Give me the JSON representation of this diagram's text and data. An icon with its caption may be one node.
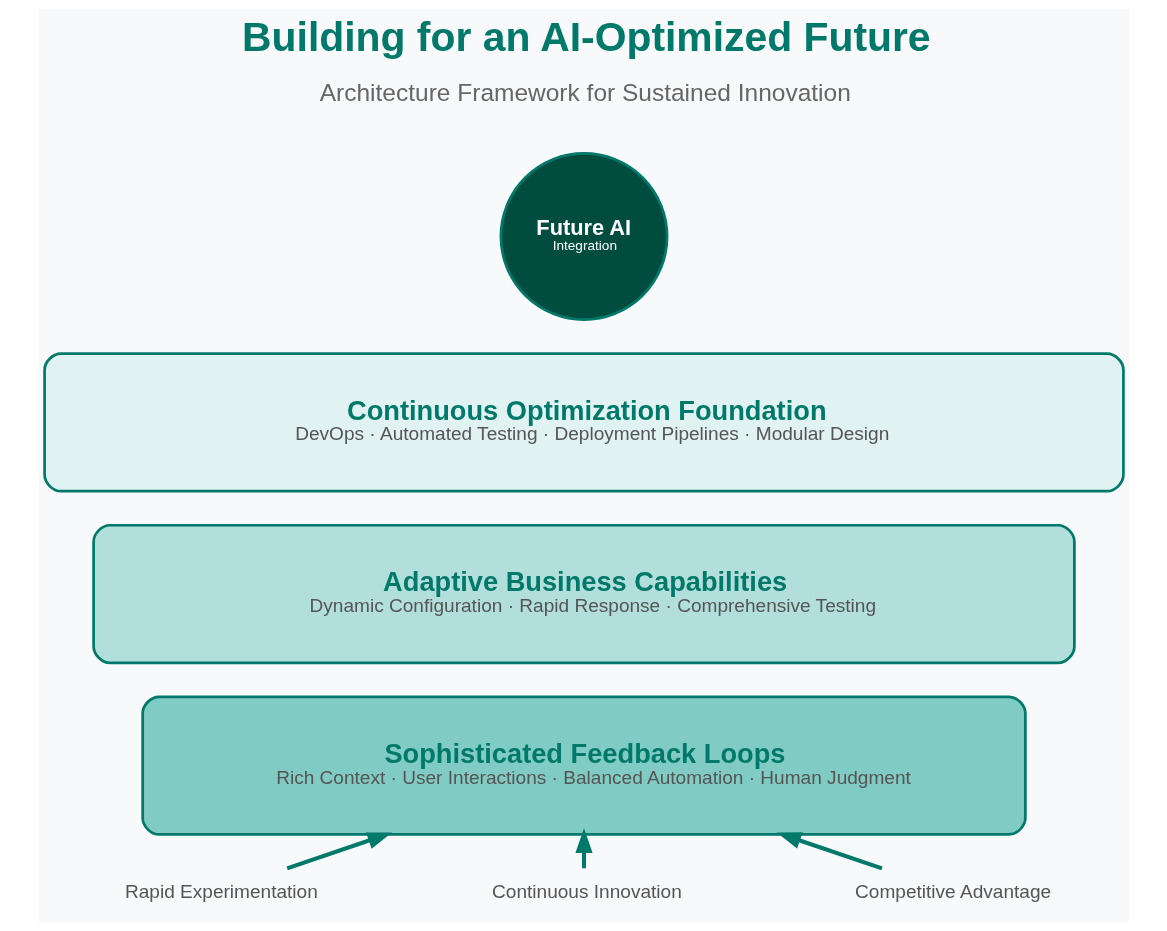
{
  "diagram": {
    "title": "Building for an AI-Optimized Future",
    "nodes": [
      {
        "text": [
          "Future AI",
          "Integration"
        ]
      },
      {
        "text": [
          "Continuous Optimization Foundation",
          "DevOps · Automated Testing · Deployment Pipelines · Modular Design"
        ]
      },
      {
        "text": [
          "Adaptive Business Capabilities",
          "Dynamic Configuration · Rapid Response · Comprehensive Testing"
        ]
      },
      {
        "text": [
          "Sophisticated Feedback Loops",
          "Rich Context · User Interactions · Balanced Automation · Human Judgment"
        ]
      },
      {
        "text": [
          "Rapid Experimentation"
        ]
      },
      {
        "text": [
          "Continuous Innovation"
        ]
      },
      {
        "text": [
          "Competitive Advantage"
        ]
      }
    ],
    "edges": [
      {
        "from": 4,
        "to": 3,
        "arrow": "to"
      },
      {
        "from": 5,
        "to": 3,
        "arrow": "to"
      },
      {
        "from": 6,
        "to": 3,
        "arrow": "to"
      }
    ],
    "labels": [
      "Architecture Framework for Sustained Innovation"
    ]
  }
}
